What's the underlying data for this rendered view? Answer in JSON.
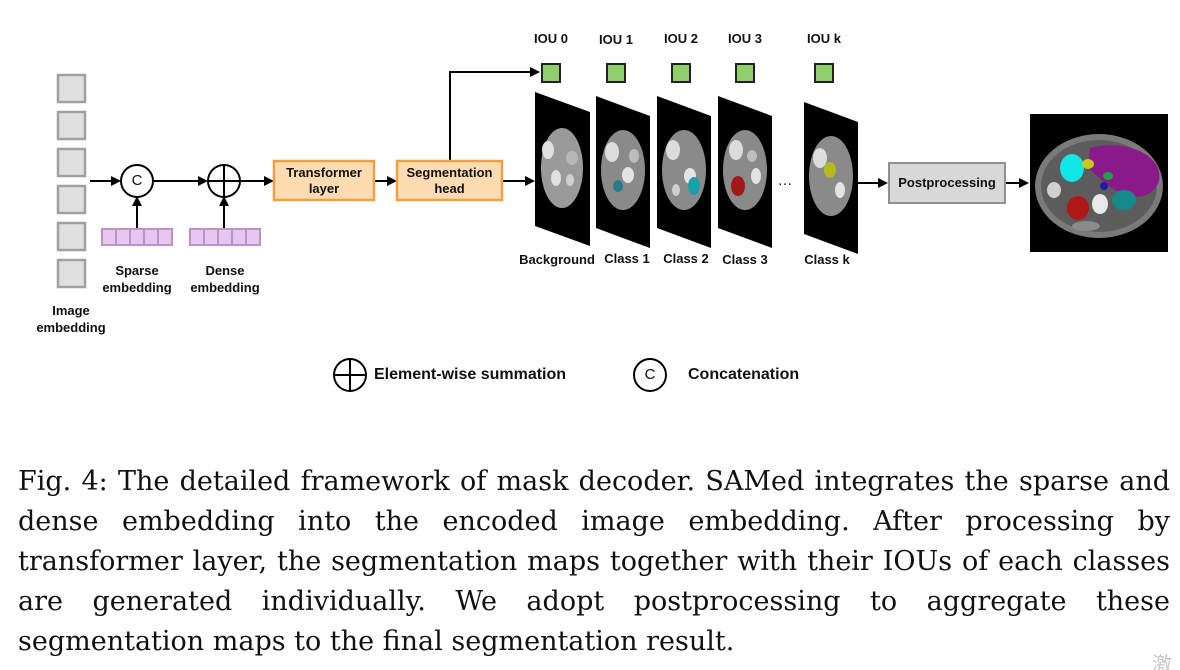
{
  "diagram": {
    "input_label": "Image\nembedding",
    "sparse_label": "Sparse\nembedding",
    "dense_label": "Dense\nembedding",
    "concat_symbol": "C",
    "transformer_label": "Transformer\nlayer",
    "seghead_label": "Segmentation\nhead",
    "iou_labels": [
      "IOU 0",
      "IOU 1",
      "IOU 2",
      "IOU 3",
      "IOU k"
    ],
    "map_labels": [
      "Background",
      "Class 1",
      "Class 2",
      "Class 3",
      "Class k"
    ],
    "ellipsis": "…",
    "postprocessing_label": "Postprocessing",
    "legend": {
      "sum_label": "Element-wise summation",
      "concat_label": "Concatenation",
      "concat_symbol": "C"
    },
    "colors": {
      "box_orange_fill": "#fddcb2",
      "box_orange_stroke": "#f0a040",
      "iou_green_fill": "#8fcf6f",
      "embed_purple_fill": "#e6c8ee",
      "embed_purple_stroke": "#c090cc",
      "input_gray_fill": "#e0e0e0",
      "input_gray_stroke": "#a0a0a0",
      "post_gray_fill": "#d8d8d8"
    }
  },
  "caption": {
    "text": "Fig. 4: The detailed framework of mask decoder. SAMed integrates the sparse and dense embedding into the encoded image embedding. After processing by transformer layer, the segmentation maps together with their IOUs of each classes are generated individually. We adopt postprocessing to aggregate these segmentation maps to the final segmentation result."
  },
  "watermark": "激"
}
